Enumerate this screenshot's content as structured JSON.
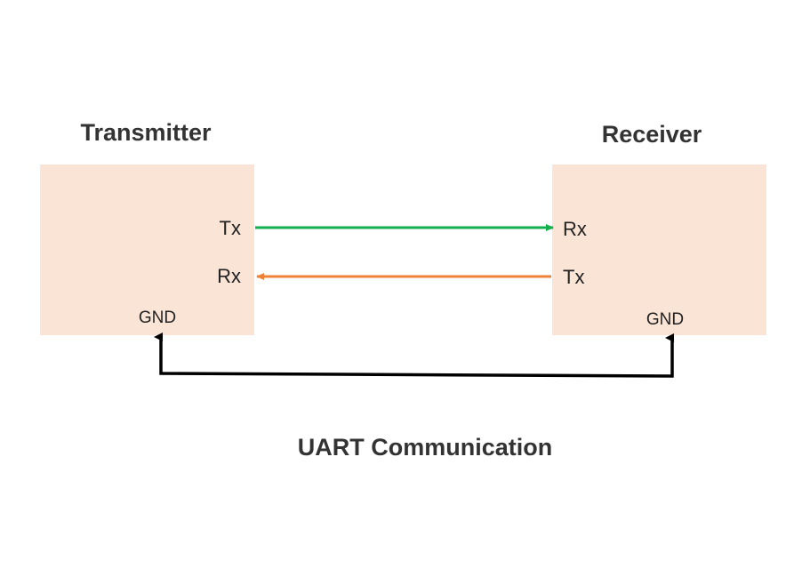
{
  "transmitter": {
    "title": "Transmitter",
    "pin_tx": "Tx",
    "pin_rx": "Rx",
    "pin_gnd": "GND"
  },
  "receiver": {
    "title": "Receiver",
    "pin_rx": "Rx",
    "pin_tx": "Tx",
    "pin_gnd": "GND"
  },
  "caption": "UART Communication",
  "colors": {
    "box_fill": "#fae4d6",
    "tx_to_rx_arrow": "#12b04c",
    "rx_from_tx_arrow": "#ee8338",
    "ground_line": "#000000",
    "text": "#333333"
  }
}
